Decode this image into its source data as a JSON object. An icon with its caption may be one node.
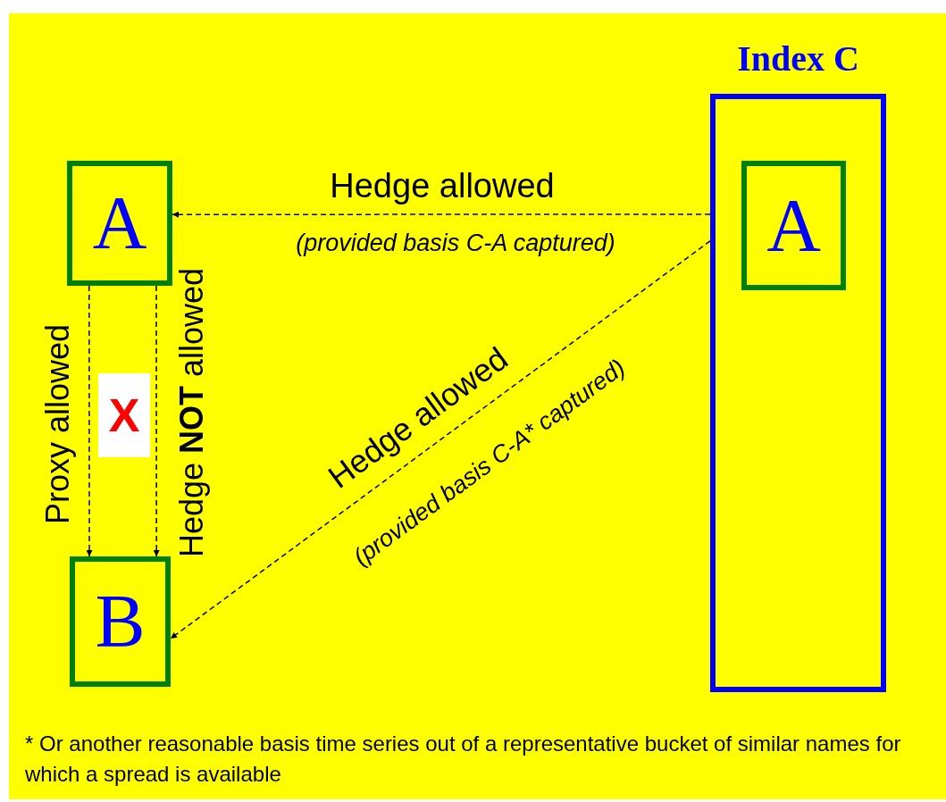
{
  "diagram": {
    "nodes": [
      {
        "text": [
          "A"
        ]
      },
      {
        "text": [
          "B"
        ]
      },
      {
        "text": [
          "Index C"
        ]
      },
      {
        "text": [
          "A"
        ],
        "in": 2
      },
      {
        "text": [
          "X"
        ]
      }
    ],
    "edges": [
      {
        "from": 0,
        "to": 1,
        "arrow": "to",
        "label": "Proxy allowed",
        "style": "dashed"
      },
      {
        "from": 0,
        "to": 1,
        "arrow": "to",
        "label": "Hedge **NOT** allowed",
        "style": "dashed"
      },
      {
        "from": 2,
        "to": 0,
        "arrow": "to",
        "label": "Hedge allowed",
        "style": "dashed"
      },
      {
        "from": 2,
        "to": 1,
        "arrow": "to",
        "label": "Hedge allowed",
        "style": "dashed"
      }
    ],
    "labels": [
      "(provided basis C-A captured)",
      "(provided basis C-A* captured)"
    ],
    "caption": "* Or another reasonable basis time series out of a representative bucket of similar names for which a spread is available"
  }
}
